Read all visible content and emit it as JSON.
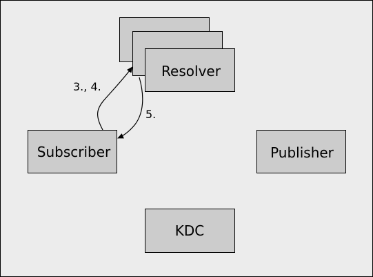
{
  "colors": {
    "background": "#ececec",
    "node_fill": "#cccccc",
    "stroke": "#000000"
  },
  "nodes": {
    "resolver": {
      "label": "Resolver"
    },
    "subscriber": {
      "label": "Subscriber"
    },
    "publisher": {
      "label": "Publisher"
    },
    "kdc": {
      "label": "KDC"
    }
  },
  "edges": {
    "subscriber_to_resolver": {
      "label": "3., 4."
    },
    "resolver_to_subscriber": {
      "label": "5."
    }
  }
}
